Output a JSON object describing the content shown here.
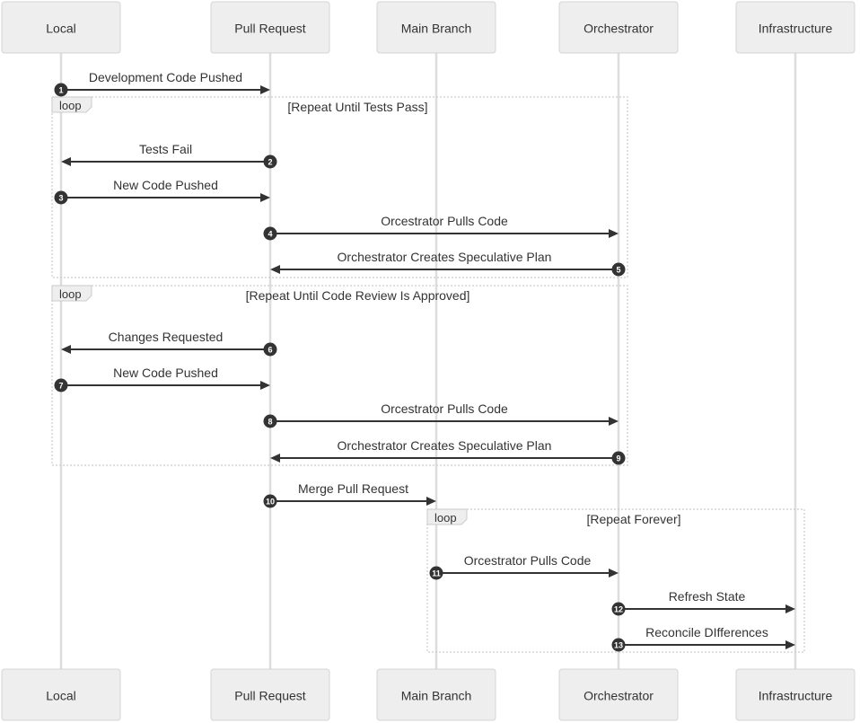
{
  "actors": [
    {
      "id": "local",
      "label": "Local"
    },
    {
      "id": "pr",
      "label": "Pull Request"
    },
    {
      "id": "main",
      "label": "Main Branch"
    },
    {
      "id": "orch",
      "label": "Orchestrator"
    },
    {
      "id": "infra",
      "label": "Infrastructure"
    }
  ],
  "messages": [
    {
      "seq": "1",
      "from": "local",
      "to": "pr",
      "text": "Development Code Pushed"
    },
    {
      "seq": "2",
      "from": "pr",
      "to": "local",
      "text": "Tests Fail"
    },
    {
      "seq": "3",
      "from": "local",
      "to": "pr",
      "text": "New Code Pushed"
    },
    {
      "seq": "4",
      "from": "pr",
      "to": "orch",
      "text": "Orcestrator Pulls Code"
    },
    {
      "seq": "5",
      "from": "orch",
      "to": "pr",
      "text": "Orchestrator Creates Speculative Plan"
    },
    {
      "seq": "6",
      "from": "pr",
      "to": "local",
      "text": "Changes Requested"
    },
    {
      "seq": "7",
      "from": "local",
      "to": "pr",
      "text": "New Code Pushed"
    },
    {
      "seq": "8",
      "from": "pr",
      "to": "orch",
      "text": "Orcestrator Pulls Code"
    },
    {
      "seq": "9",
      "from": "orch",
      "to": "pr",
      "text": "Orchestrator Creates Speculative Plan"
    },
    {
      "seq": "10",
      "from": "pr",
      "to": "main",
      "text": "Merge Pull Request"
    },
    {
      "seq": "11",
      "from": "main",
      "to": "orch",
      "text": "Orcestrator Pulls Code"
    },
    {
      "seq": "12",
      "from": "orch",
      "to": "infra",
      "text": "Refresh State"
    },
    {
      "seq": "13",
      "from": "orch",
      "to": "infra",
      "text": "Reconcile DIfferences"
    }
  ],
  "loops": [
    {
      "label": "loop",
      "condition": "[Repeat Until Tests Pass]",
      "from": "local",
      "to": "orch",
      "first_msg": 2,
      "last_msg": 5
    },
    {
      "label": "loop",
      "condition": "[Repeat Until Code Review Is Approved]",
      "from": "local",
      "to": "orch",
      "first_msg": 6,
      "last_msg": 9
    },
    {
      "label": "loop",
      "condition": "[Repeat Forever]",
      "from": "main",
      "to": "infra",
      "first_msg": 11,
      "last_msg": 13
    }
  ]
}
